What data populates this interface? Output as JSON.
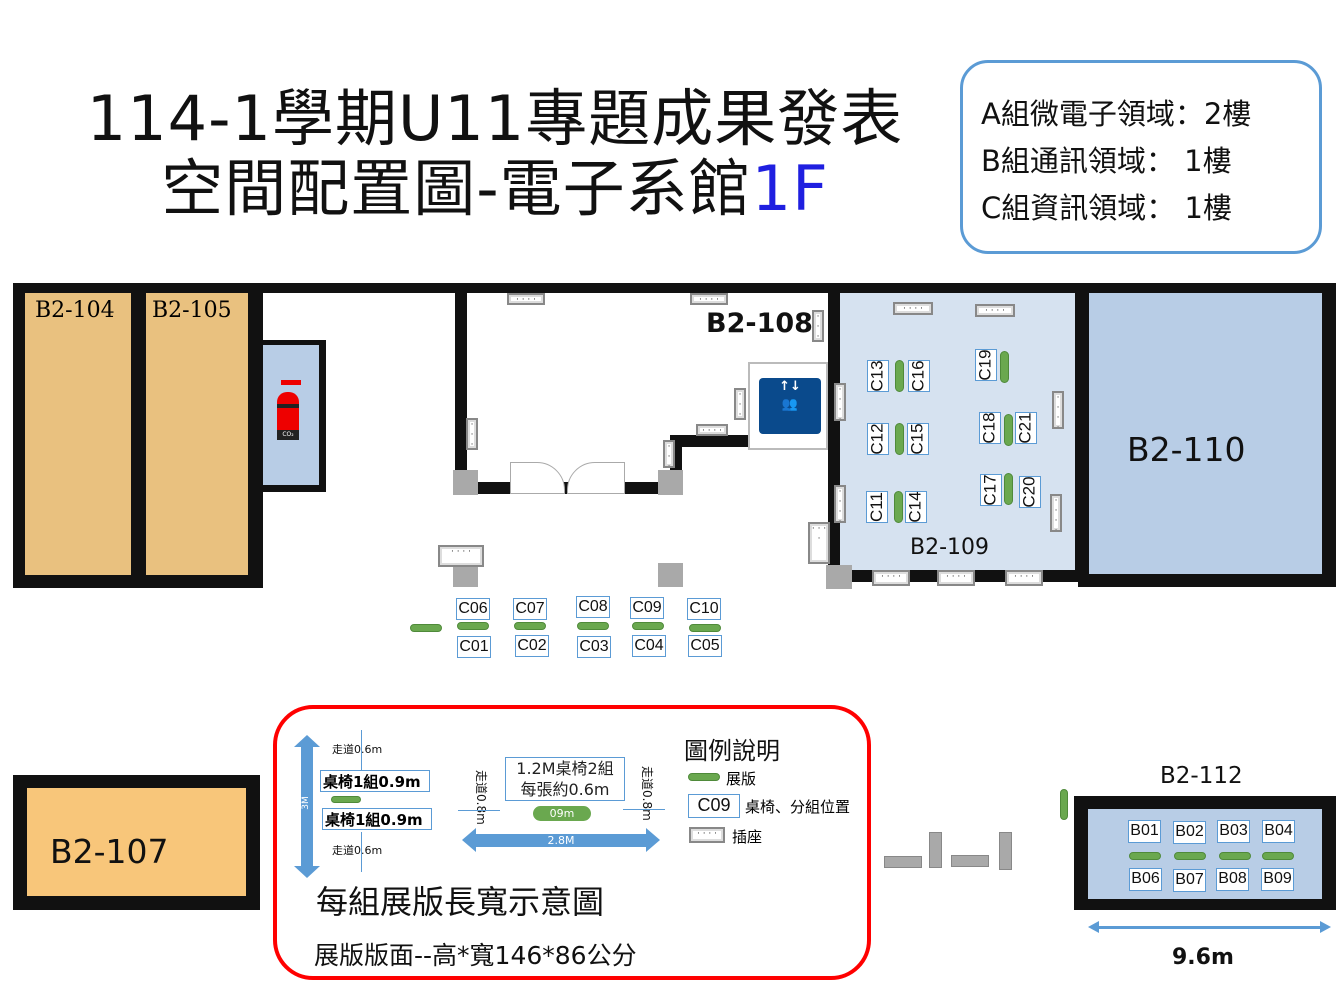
{
  "title": {
    "line1": "114-1學期U11專題成果發表",
    "line2_prefix": "空間配置圖-電子系館",
    "line2_floor": "1F"
  },
  "groups": [
    "A組微電子領域：2樓",
    "B組通訊領域： 1樓",
    "C組資訊領域： 1樓"
  ],
  "rooms": {
    "b2_104": "B2-104",
    "b2_105": "B2-105",
    "b2_108": "B2-108",
    "b2_109": "B2-109",
    "b2_110": "B2-110",
    "b2_107": "B2-107",
    "b2_112": "B2-112"
  },
  "extinguisher_label": "CO₂",
  "b2_109_booths": [
    "C13",
    "C16",
    "C12",
    "C15",
    "C11",
    "C14",
    "C19",
    "C18",
    "C21",
    "C17",
    "C20"
  ],
  "corridor_top": [
    "C06",
    "C07",
    "C08",
    "C09",
    "C10"
  ],
  "corridor_bottom": [
    "C01",
    "C02",
    "C03",
    "C04",
    "C05"
  ],
  "b2_112_top": [
    "B01",
    "B02",
    "B03",
    "B04"
  ],
  "b2_112_bottom": [
    "B06",
    "B07",
    "B08",
    "B09"
  ],
  "dimension_b2_112": "9.6m",
  "diagram": {
    "aisle_top": "走道0.6m",
    "desk1": "桌椅1組0.9m",
    "desk2": "桌椅1組0.9m",
    "aisle_bottom": "走道0.6m",
    "height": "3M",
    "aisle_left": "走道0.8m",
    "aisle_right": "走道0.8m",
    "desk_pair_line1": "1.2M桌椅2組",
    "desk_pair_line2": "每張約0.6m",
    "board_width": "09m",
    "width": "2.8M",
    "caption": "每組展版長寬示意圖",
    "board_size": "展版版面--高*寬146*86公分"
  },
  "legend": {
    "title": "圖例說明",
    "board": "展版",
    "sample_tag": "C09",
    "desk": "桌椅、分組位置",
    "outlet": "插座"
  }
}
